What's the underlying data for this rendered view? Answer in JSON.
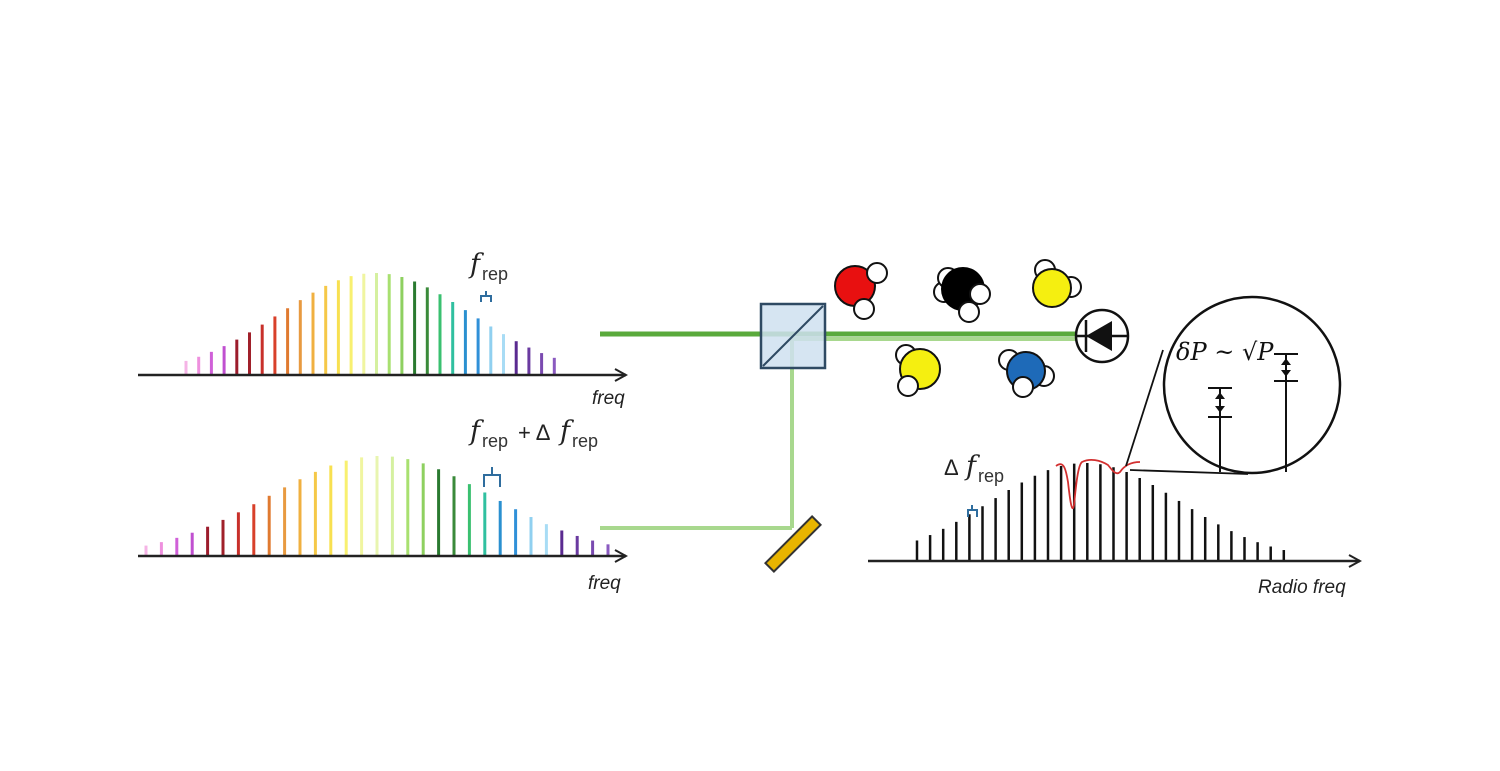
{
  "labels": {
    "top_axis": "freq",
    "bottom_axis": "freq",
    "rf_axis": "Radio freq",
    "top_spacing_f": "f",
    "top_spacing_sub": "rep",
    "bottom_spacing_f": "f",
    "bottom_spacing_sub": "rep",
    "bottom_spacing_plus": "+ Δ",
    "bottom_spacing_f2": "f",
    "bottom_spacing_sub2": "rep",
    "rf_spacing_delta": "Δ",
    "rf_spacing_f": "f",
    "rf_spacing_sub": "rep",
    "inset_equation": "δP ~ √P"
  },
  "colors": {
    "beam_main": "#5aaa3c",
    "beam_light": "#a8d88e",
    "splitter_fill": "#cfe0f0",
    "splitter_stroke": "#2f4a63",
    "mirror": "#e8b400",
    "bracket": "#2f6d9e",
    "absorption": "#d23030",
    "comb_colors": [
      "#f5b4e6",
      "#ee90de",
      "#d060d8",
      "#c050d0",
      "#9c1c2c",
      "#a0202a",
      "#c8302a",
      "#d8402a",
      "#e07a30",
      "#e89a40",
      "#f0b040",
      "#f5c848",
      "#f8e050",
      "#f8f070",
      "#f0f5a0",
      "#e8f5b0",
      "#d5f0a0",
      "#a8e070",
      "#8ed060",
      "#2a7a30",
      "#3a8a3a",
      "#3ac070",
      "#30c0a0",
      "#2a90d0",
      "#3090d8",
      "#90d0f0",
      "#a8dcf5",
      "#5a2a90",
      "#6a3aa0",
      "#7a4ab0",
      "#8a5ac0"
    ]
  },
  "molecules": [
    {
      "name": "red-molecule",
      "color": "#e81010"
    },
    {
      "name": "black-molecule",
      "color": "#000000"
    },
    {
      "name": "yellow-molecule-top",
      "color": "#f5ef10"
    },
    {
      "name": "yellow-molecule-bottom",
      "color": "#f5ef10"
    },
    {
      "name": "blue-molecule",
      "color": "#1e6ab8"
    }
  ]
}
